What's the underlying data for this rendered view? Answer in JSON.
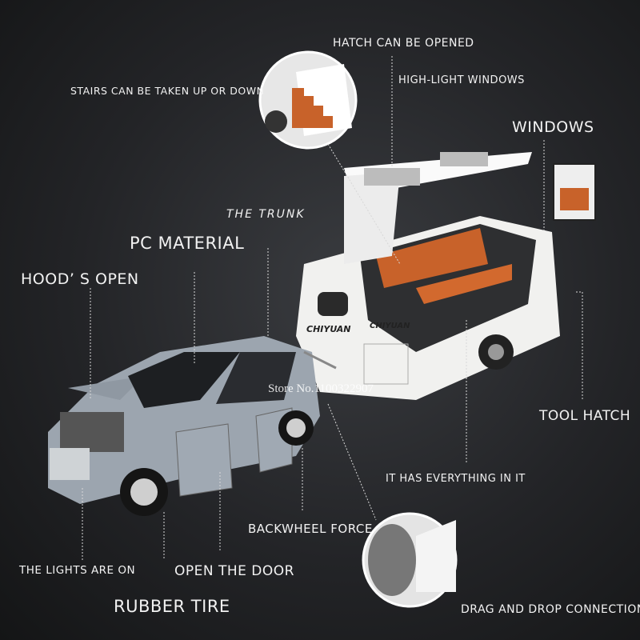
{
  "labels": {
    "hatch": "HATCH CAN BE OPENED",
    "stairs": "STAIRS CAN BE TAKEN UP OR DOWN",
    "highlight_windows": "HIGH-LIGHT WINDOWS",
    "windows": "WINDOWS",
    "trunk": "THE TRUNK",
    "pc_material": "PC MATERIAL",
    "hood": "HOOD’ S OPEN",
    "tool_hatch": "TOOL HATCH",
    "everything": "IT HAS EVERYTHING IN IT",
    "backwheel": "BACKWHEEL FORCE",
    "lights": "THE LIGHTS ARE ON",
    "door": "OPEN THE DOOR",
    "rubber": "RUBBER TIRE",
    "drag": "DRAG AND DROP CONNECTIONS"
  },
  "brand_logo": "CHIYUAN",
  "watermark": "Store No.1100322907",
  "colors": {
    "background": "#232427",
    "car_body": "#9aa3ad",
    "trailer_body": "#f4f4f2",
    "interior": "#c8622a"
  }
}
